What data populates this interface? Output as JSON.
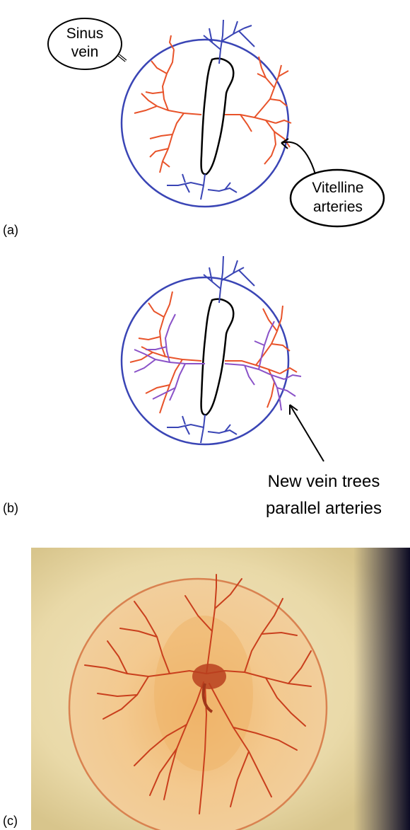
{
  "panels": {
    "a": {
      "label": "(a)",
      "callouts": {
        "sinus_vein": [
          "Sinus",
          "vein"
        ],
        "vitelline_arteries": [
          "Vitelline",
          "arteries"
        ]
      }
    },
    "b": {
      "label": "(b)",
      "callout": [
        "New vein trees",
        "parallel arteries"
      ]
    },
    "c": {
      "label": "(c)"
    }
  },
  "colors": {
    "sinus_vein": "#3a45b5",
    "arteries": "#e8532a",
    "new_veins": "#8a52c8",
    "embryo_outline": "#000000"
  }
}
